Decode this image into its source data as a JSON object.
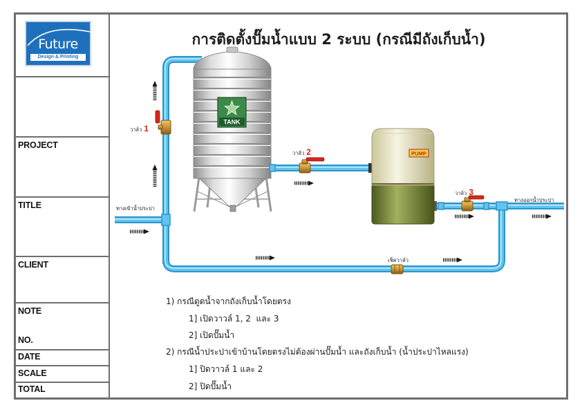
{
  "title_block": {
    "logo": {
      "brand": "Future",
      "tagline": "Design & Printing"
    },
    "fields": [
      "PROJECT",
      "TITLE",
      "CLIENT",
      "NOTE",
      "NO.",
      "DATE",
      "SCALE",
      "TOTAL"
    ]
  },
  "drawing": {
    "title": "การติดตั้งปั๊มน้ำแบบ 2 ระบบ (กรณีมีถังเก็บน้ำ)",
    "inlet_label": "ทางเข้าน้ำประปา",
    "outlet_label": "ทางออกน้ำประปา",
    "valves": [
      {
        "label": "วาล์ว",
        "number": "1"
      },
      {
        "label": "วาล์ว",
        "number": "2"
      },
      {
        "label": "วาล์ว",
        "number": "3"
      }
    ],
    "check_valve_label": "เช็ควาล์ว",
    "tank_label": "TANK",
    "pump_label": "PUMP",
    "colors": {
      "pipe": "#62c3ec",
      "valve_handle": "#d9261c",
      "logo": "#1f70bc",
      "frame": "#6e6e6e"
    }
  },
  "notes": [
    {
      "heading": "1) กรณีดูดน้ำจากถังเก็บน้ำโดยตรง",
      "steps": [
        "1] เปิดวาวล์ 1, 2  และ 3",
        "2] เปิดปั๊มน้ำ"
      ]
    },
    {
      "heading": "2) กรณีน้ำประปาเข้าบ้านโดยตรงไม่ต้องผ่านปั๊มน้ำ และถังเก็บน้ำ (น้ำประปาไหลแรง)",
      "steps": [
        "1] ปิดวาวล์ 1 และ 2",
        "2] ปิดปั๊มน้ำ"
      ]
    }
  ]
}
